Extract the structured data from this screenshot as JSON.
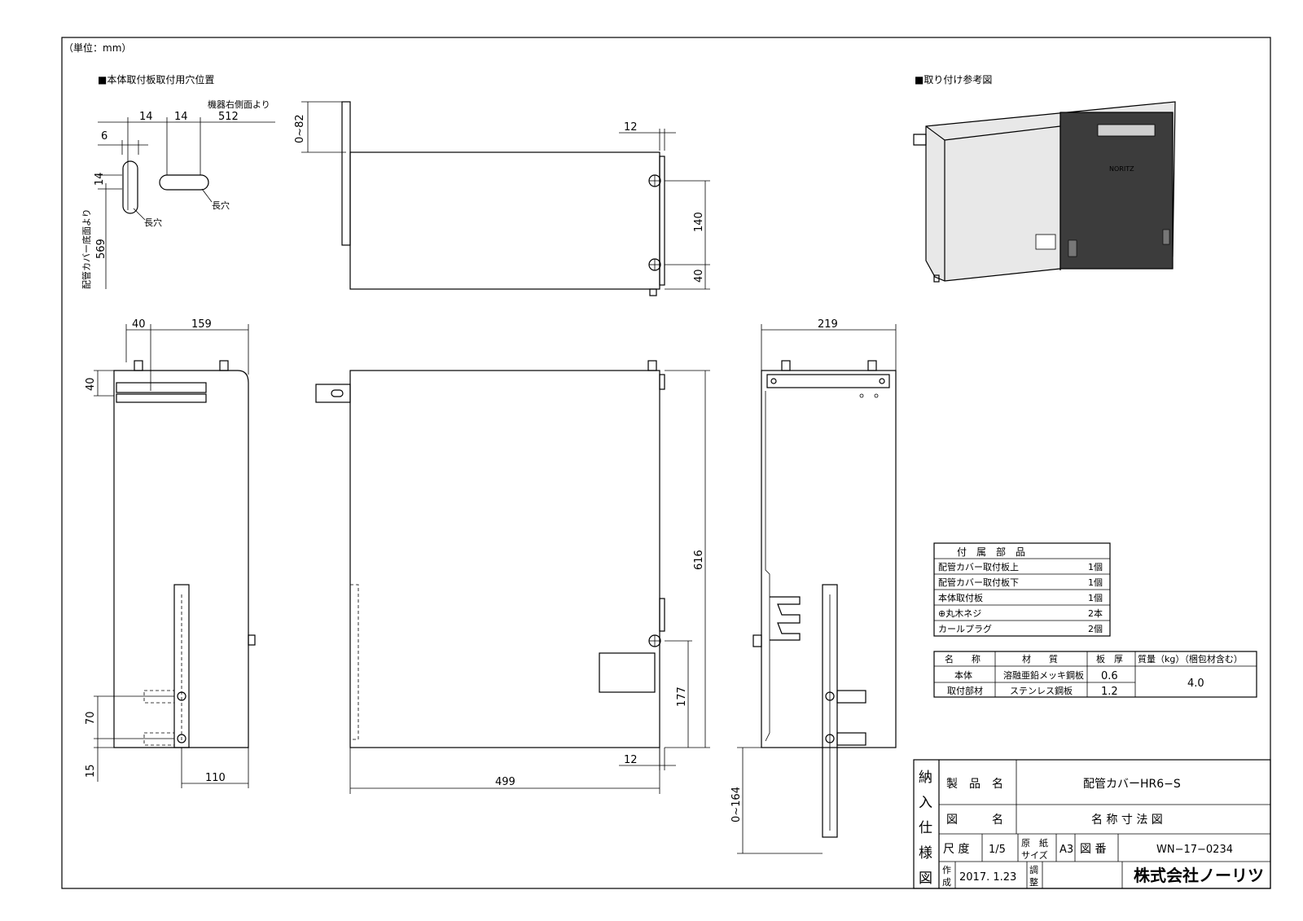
{
  "sheet": {
    "unit_note": "（単位：mm）",
    "heading_holes": "■本体取付板取付用穴位置",
    "heading_reference": "■取り付け参考図"
  },
  "dims": {
    "from_right_side": "機器右側面より",
    "d512": "512",
    "d14a": "14",
    "d14b": "14",
    "d6": "6",
    "d14v": "14",
    "slot1": "長穴",
    "slot2": "長穴",
    "from_pipe_cover_bottom": "配管カバー底面より",
    "d569": "569",
    "d0_82": "0~82",
    "d12_top": "12",
    "d140": "140",
    "d40_right": "40",
    "d40_left": "40",
    "d159": "159",
    "d40_front": "40",
    "d70": "70",
    "d15": "15",
    "d110": "110",
    "d616": "616",
    "d177": "177",
    "d12_bottom": "12",
    "d499": "499",
    "d219": "219",
    "d0_164": "0~164"
  },
  "device_logo": "NORITZ",
  "accessories": {
    "header": "付　属　部　品",
    "rows": [
      {
        "name": "配管カバー取付板上",
        "qty": "1個"
      },
      {
        "name": "配管カバー取付板下",
        "qty": "1個"
      },
      {
        "name": "本体取付板",
        "qty": "1個"
      },
      {
        "name": "⊕丸木ネジ",
        "qty": "2本"
      },
      {
        "name": "カールプラグ",
        "qty": "2個"
      }
    ]
  },
  "materials": {
    "headers": [
      "名　　称",
      "材　　質",
      "板　厚",
      "質量（kg）（梱包材含む）"
    ],
    "rows": [
      {
        "name": "本体",
        "material": "溶融亜鉛メッキ鋼板",
        "thickness": "0.6"
      },
      {
        "name": "取付部材",
        "material": "ステンレス鋼板",
        "thickness": "1.2"
      }
    ],
    "mass": "4.0"
  },
  "title_block": {
    "spec_chars": [
      "納",
      "入",
      "仕",
      "様",
      "図"
    ],
    "product_name_label": "製　品　名",
    "product_name": "配管カバーHR6−S",
    "drawing_name_label": "図　　　名",
    "drawing_name": "名 称 寸 法 図",
    "scale_label": "尺 度",
    "scale": "1/5",
    "paper_label_1": "原　紙",
    "paper_label_2": "サイズ",
    "paper_size": "A3",
    "drawing_no_label": "図 番",
    "drawing_no": "WN−17−0234",
    "created_label_1": "作",
    "created_label_2": "成",
    "created_date": "2017. 1.23",
    "adjusted_label_1": "調",
    "adjusted_label_2": "整",
    "company": "株式会社ノーリツ"
  }
}
